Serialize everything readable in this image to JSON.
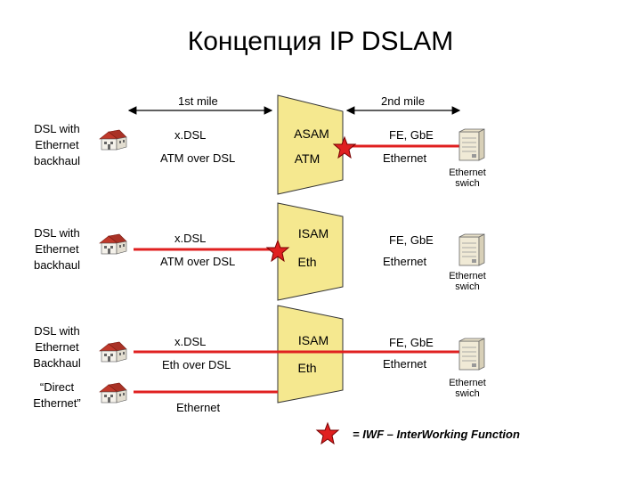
{
  "title": "Концепция IP DSLAM",
  "mile_labels": {
    "first": "1st mile",
    "second": "2nd mile"
  },
  "rows": [
    {
      "left_label": "DSL with Ethernet backhaul",
      "top_tech": "x.DSL",
      "bottom_tech": "ATM over DSL",
      "box_top": "ASAM",
      "box_bottom": "ATM",
      "uplink_top": "FE, GbE",
      "uplink_bottom": "Ethernet",
      "switch_label": "Ethernet swich"
    },
    {
      "left_label": "DSL with Ethernet backhaul",
      "top_tech": "x.DSL",
      "bottom_tech": "ATM over DSL",
      "box_top": "ISAM",
      "box_bottom": "Eth",
      "uplink_top": "FE, GbE",
      "uplink_bottom": "Ethernet",
      "switch_label": "Ethernet swich"
    },
    {
      "left_label": "DSL with Ethernet Backhaul",
      "top_tech": "x.DSL",
      "bottom_tech": "Eth over DSL",
      "box_top": "ISAM",
      "box_bottom": "Eth",
      "uplink_top": "FE, GbE",
      "uplink_bottom": "Ethernet",
      "switch_label": "Ethernet swich",
      "extra_label": "“Direct Ethernet”",
      "extra_tech": "Ethernet"
    }
  ],
  "legend": "= IWF – InterWorking Function",
  "colors": {
    "trapezoid_fill": "#f5e88f",
    "line_red": "#e02020",
    "star": "#e02020"
  },
  "icons": [
    "house-icon",
    "switch-icon",
    "star-icon"
  ]
}
